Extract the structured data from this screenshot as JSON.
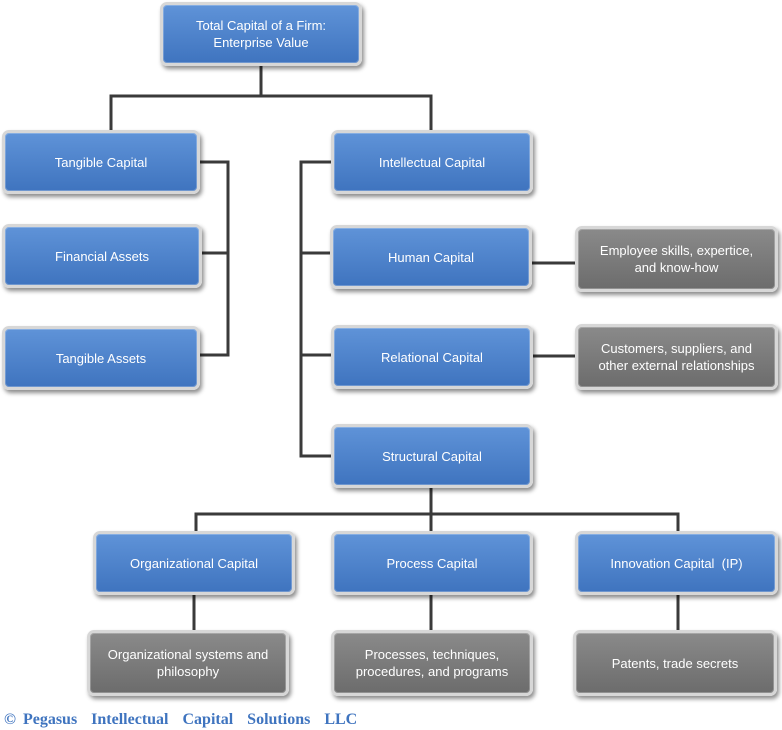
{
  "nodes": {
    "root": "Total Capital of a Firm:\nEnterprise Value",
    "tangible_capital": "Tangible Capital",
    "financial_assets": "Financial Assets",
    "tangible_assets": "Tangible Assets",
    "intellectual_capital": "Intellectual Capital",
    "human_capital": "Human Capital",
    "relational_capital": "Relational Capital",
    "structural_capital": "Structural Capital",
    "organizational_capital": "Organizational Capital",
    "process_capital": "Process Capital",
    "innovation_capital": "Innovation Capital  (IP)"
  },
  "details": {
    "human": "Employee  skills, expertice,\nand know-how",
    "relational": "Customers, suppliers, and\nother external relationships",
    "organizational": "Organizational systems and\nphilosophy",
    "process": "Processes, techniques,\nprocedures, and programs",
    "innovation": "Patents, trade secrets"
  },
  "footer": {
    "copyright": "© Pegasus  Intellectual  Capital  Solutions  LLC"
  },
  "colors": {
    "node": "#4a7fc8",
    "detail": "#7a7a7a",
    "connector": "#3a3a3a",
    "copyright": "#3f74bf"
  }
}
